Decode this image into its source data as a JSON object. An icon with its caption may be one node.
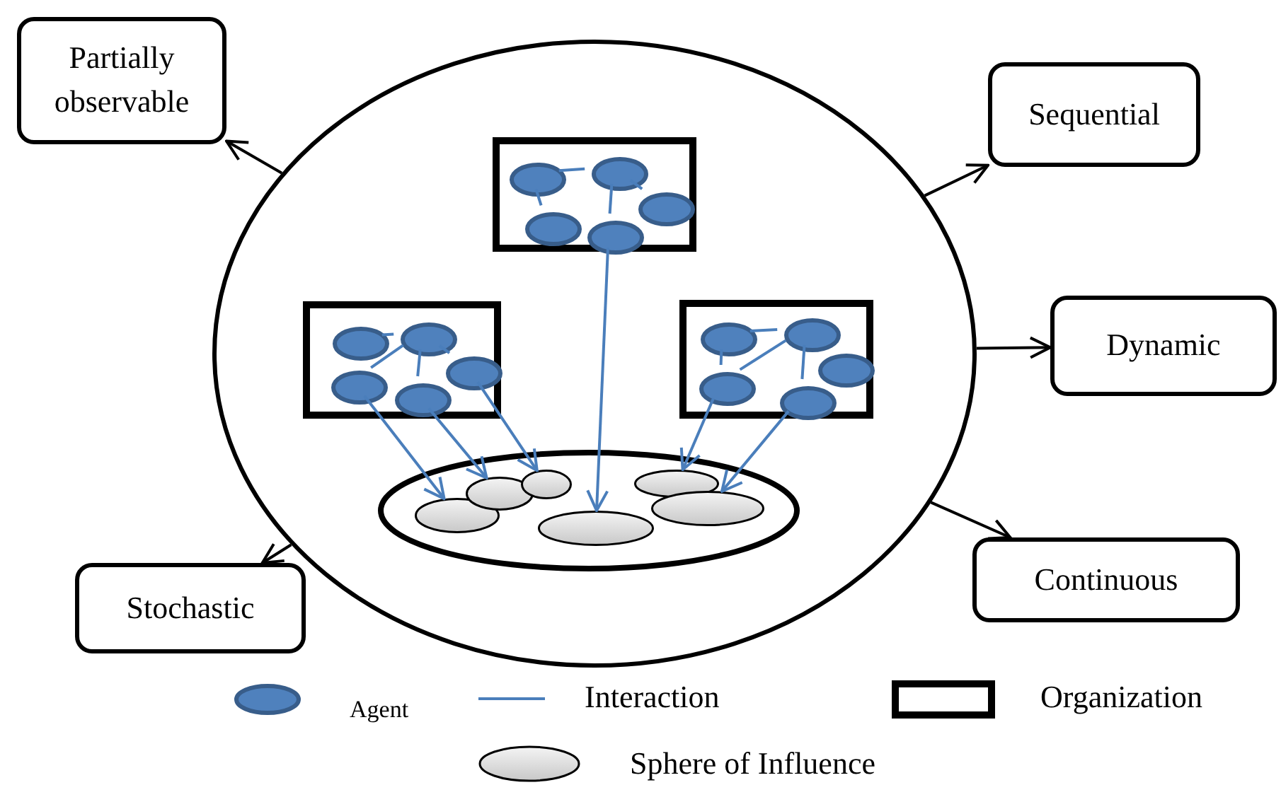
{
  "diagram": {
    "nodes": [
      {
        "text": [
          "Partially observable"
        ]
      },
      {
        "text": [
          "Sequential"
        ]
      },
      {
        "text": [
          "Dynamic"
        ]
      },
      {
        "text": [
          "Stochastic"
        ]
      },
      {
        "text": [
          "Continuous"
        ]
      },
      {
        "text": [],
        "shape": "ellipse"
      },
      {
        "text": [],
        "shape": "box",
        "in": 5
      },
      {
        "text": [],
        "shape": "ellipse",
        "in": 6
      },
      {
        "text": [],
        "shape": "ellipse",
        "in": 6
      },
      {
        "text": [],
        "shape": "ellipse",
        "in": 6
      },
      {
        "text": [],
        "shape": "ellipse",
        "in": 6
      },
      {
        "text": [],
        "shape": "ellipse",
        "in": 6
      },
      {
        "text": [],
        "shape": "box",
        "in": 5
      },
      {
        "text": [],
        "shape": "ellipse",
        "in": 12
      },
      {
        "text": [],
        "shape": "ellipse",
        "in": 12
      },
      {
        "text": [],
        "shape": "ellipse",
        "in": 12
      },
      {
        "text": [],
        "shape": "ellipse",
        "in": 12
      },
      {
        "text": [],
        "shape": "ellipse",
        "in": 12
      },
      {
        "text": [],
        "shape": "box",
        "in": 5
      },
      {
        "text": [],
        "shape": "ellipse",
        "in": 18
      },
      {
        "text": [],
        "shape": "ellipse",
        "in": 18
      },
      {
        "text": [],
        "shape": "ellipse",
        "in": 18
      },
      {
        "text": [],
        "shape": "ellipse",
        "in": 18
      },
      {
        "text": [],
        "shape": "ellipse",
        "in": 18
      },
      {
        "text": [],
        "shape": "ellipse",
        "in": 5
      },
      {
        "text": [],
        "shape": "ellipse",
        "in": 24
      },
      {
        "text": [],
        "shape": "ellipse",
        "in": 24
      },
      {
        "text": [],
        "shape": "ellipse",
        "in": 24
      },
      {
        "text": [],
        "shape": "ellipse",
        "in": 24
      },
      {
        "text": [],
        "shape": "ellipse",
        "in": 24
      },
      {
        "text": [],
        "shape": "ellipse",
        "in": 24
      }
    ],
    "edges": [
      {
        "from": 5,
        "to": 0,
        "arrow": "to",
        "color": "#000000"
      },
      {
        "from": 5,
        "to": 1,
        "arrow": "to",
        "color": "#000000"
      },
      {
        "from": 5,
        "to": 2,
        "arrow": "to",
        "color": "#000000"
      },
      {
        "from": 5,
        "to": 3,
        "arrow": "to",
        "color": "#000000"
      },
      {
        "from": 5,
        "to": 4,
        "arrow": "to",
        "color": "#000000"
      },
      {
        "from": 7,
        "to": 8,
        "arrow": "none"
      },
      {
        "from": 7,
        "to": 10,
        "arrow": "none"
      },
      {
        "from": 8,
        "to": 11,
        "arrow": "none"
      },
      {
        "from": 8,
        "to": 9,
        "arrow": "none"
      },
      {
        "from": 13,
        "to": 14,
        "arrow": "none"
      },
      {
        "from": 14,
        "to": 16,
        "arrow": "none"
      },
      {
        "from": 14,
        "to": 17,
        "arrow": "none"
      },
      {
        "from": 14,
        "to": 15,
        "arrow": "none"
      },
      {
        "from": 19,
        "to": 20,
        "arrow": "none"
      },
      {
        "from": 19,
        "to": 22,
        "arrow": "none"
      },
      {
        "from": 20,
        "to": 22,
        "arrow": "none"
      },
      {
        "from": 20,
        "to": 23,
        "arrow": "none"
      },
      {
        "from": 16,
        "to": 25,
        "arrow": "to"
      },
      {
        "from": 17,
        "to": 26,
        "arrow": "to"
      },
      {
        "from": 15,
        "to": 27,
        "arrow": "to"
      },
      {
        "from": 11,
        "to": 28,
        "arrow": "to"
      },
      {
        "from": 22,
        "to": 29,
        "arrow": "to"
      },
      {
        "from": 23,
        "to": 30,
        "arrow": "to"
      }
    ],
    "legend": [
      {
        "text": "Agent"
      },
      {
        "text": "Interaction"
      },
      {
        "text": "Organization"
      },
      {
        "text": "Sphere of Influence"
      }
    ]
  }
}
